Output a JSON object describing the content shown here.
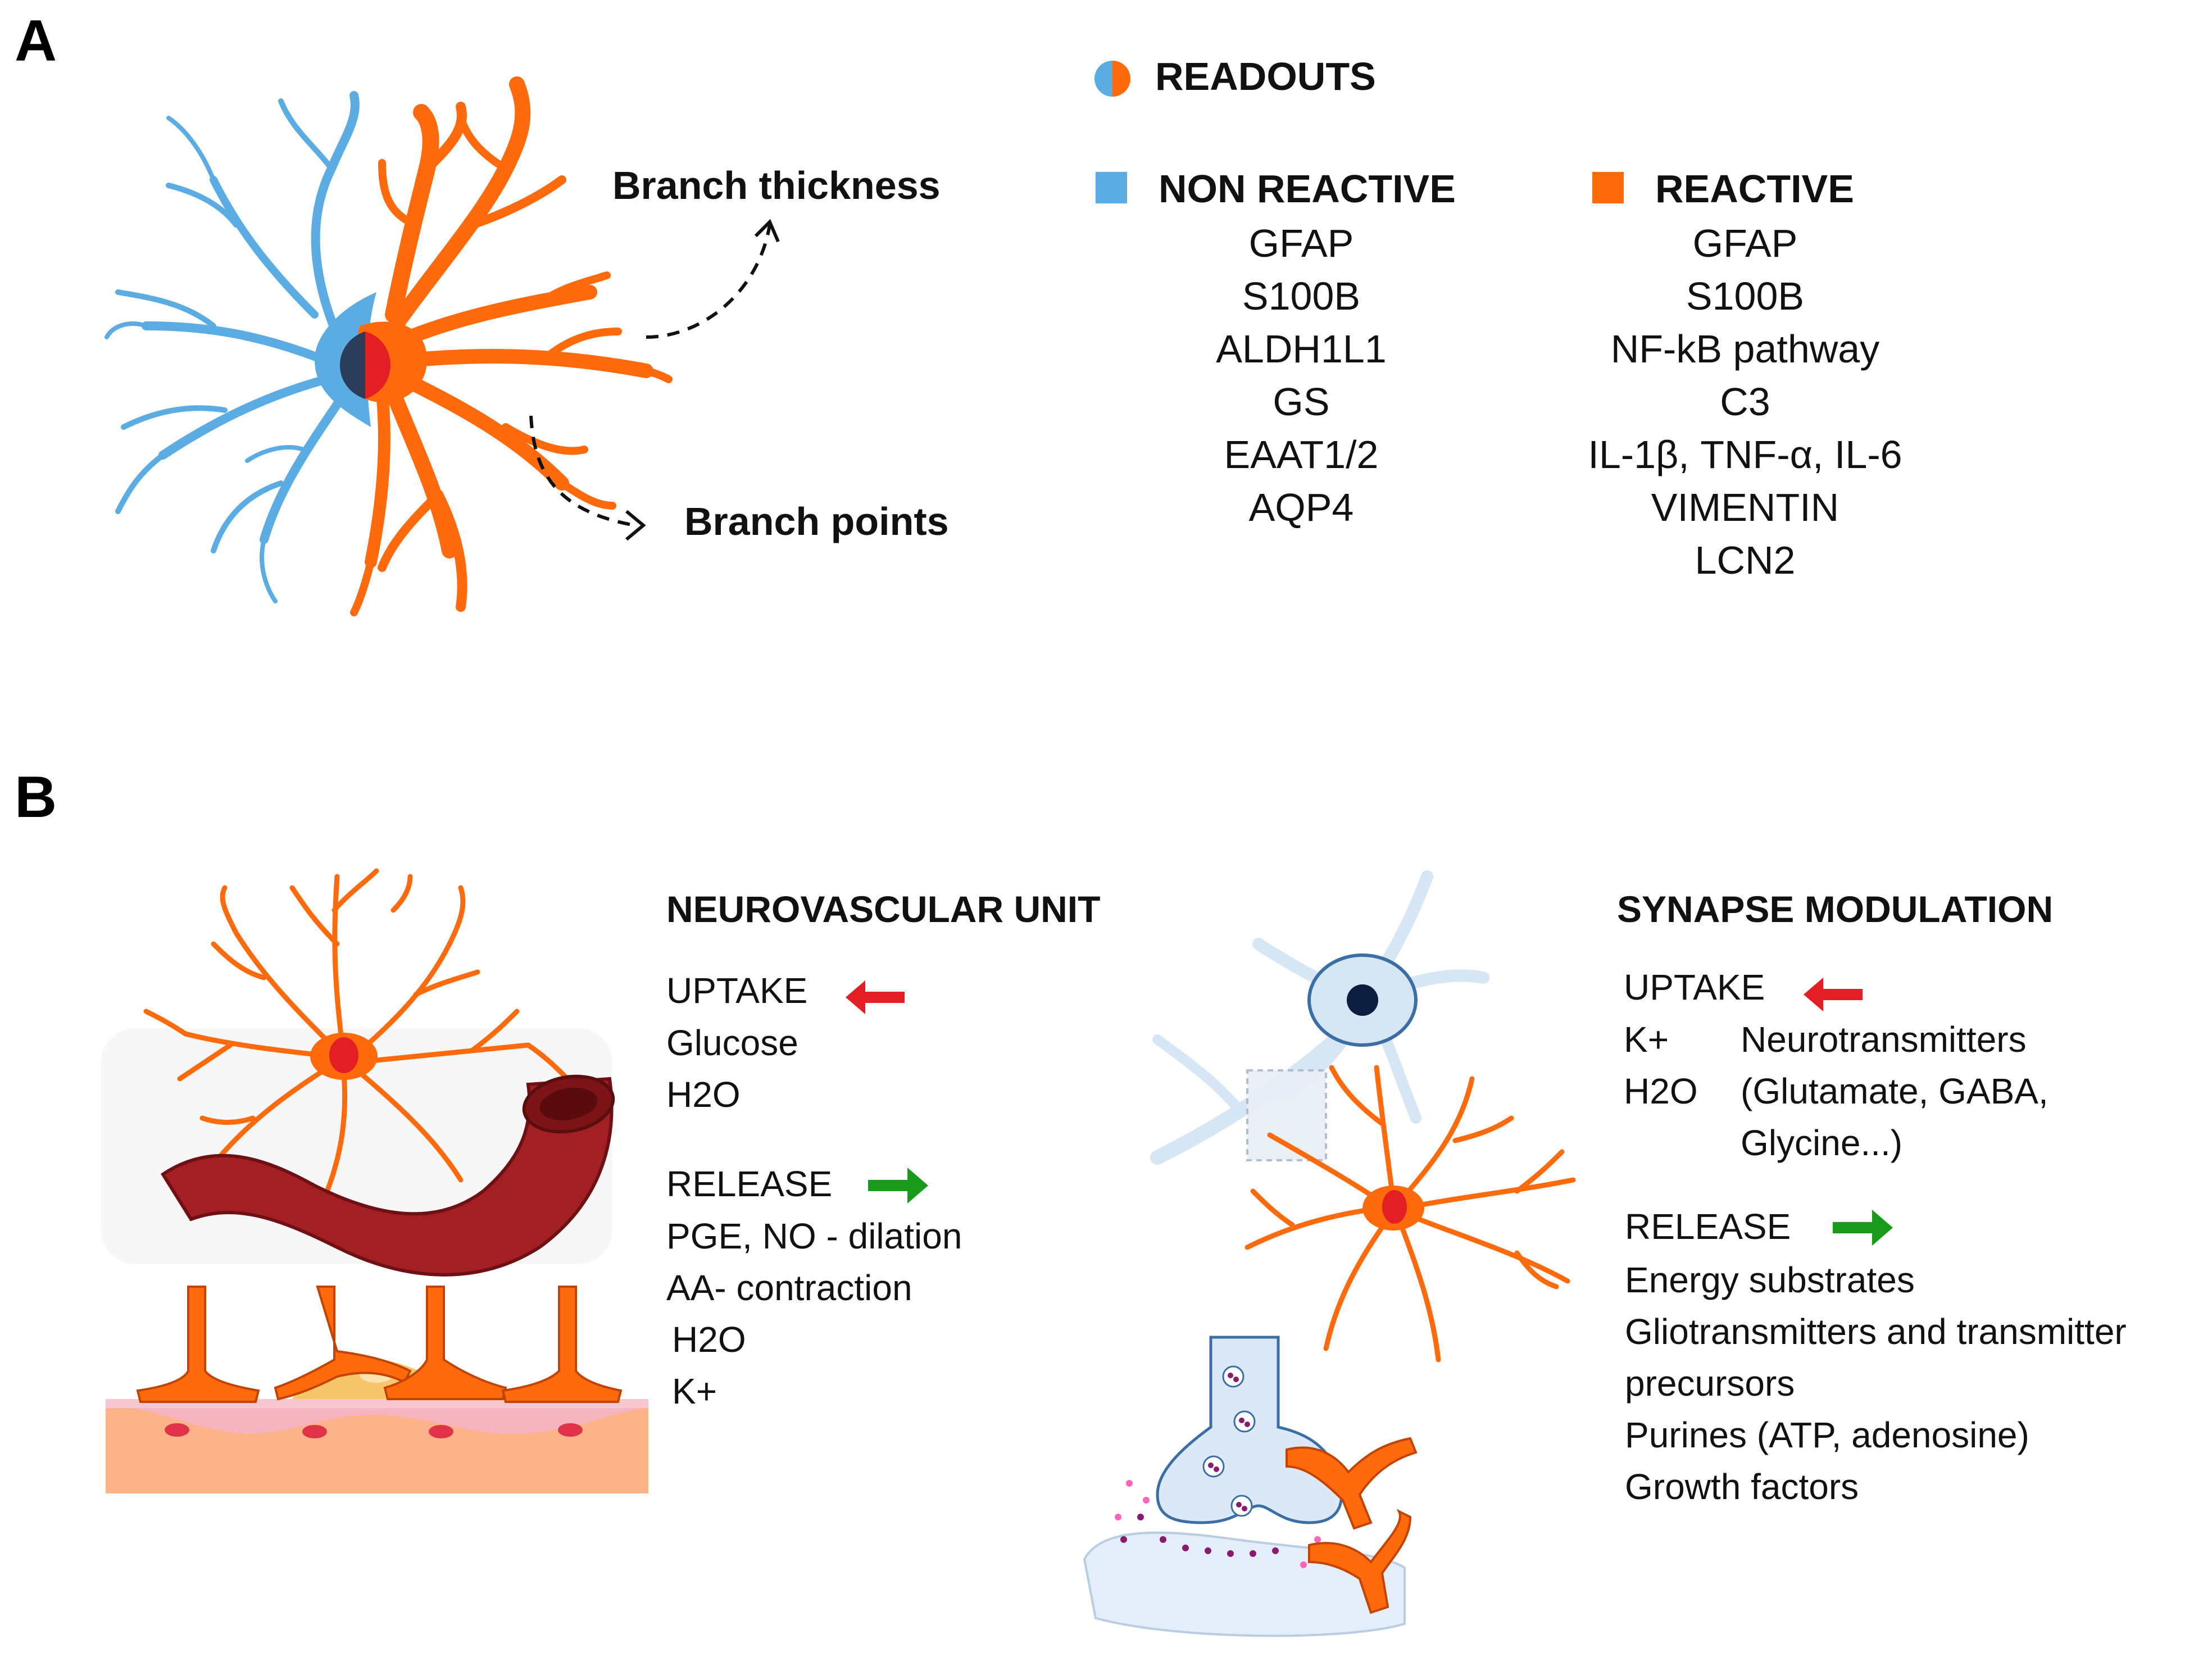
{
  "panel_a": {
    "letter": "A",
    "cell_labels": {
      "branch_thickness": "Branch thickness",
      "branch_points": "Branch points"
    },
    "readouts_title": "READOUTS",
    "non_reactive": {
      "title": "NON REACTIVE",
      "color": "#5aace3",
      "markers": [
        "GFAP",
        "S100B",
        "ALDH1L1",
        "GS",
        "EAAT1/2",
        "AQP4"
      ]
    },
    "reactive": {
      "title": "REACTIVE",
      "color": "#ff6a0d",
      "markers": [
        "GFAP",
        "S100B",
        "NF-kB pathway",
        "C3",
        "IL-1β, TNF-α, IL-6",
        "VIMENTIN",
        "LCN2"
      ]
    }
  },
  "panel_b": {
    "letter": "B",
    "neurovascular": {
      "title": "NEUROVASCULAR UNIT",
      "uptake_label": "UPTAKE",
      "uptake_items": [
        "Glucose",
        "H2O"
      ],
      "release_label": "RELEASE",
      "release_items": [
        "PGE, NO - dilation",
        "AA- contraction",
        "H2O",
        "K+"
      ]
    },
    "synapse": {
      "title": "SYNAPSE MODULATION",
      "uptake_label": "UPTAKE",
      "uptake_ions": [
        "K+",
        "H2O"
      ],
      "uptake_items": [
        "Neurotransmitters",
        "(Glutamate, GABA,",
        "Glycine...)"
      ],
      "release_label": "RELEASE",
      "release_items": [
        "Energy substrates",
        "Gliotransmitters and transmitter",
        "precursors",
        "Purines (ATP, adenosine)",
        "Growth factors"
      ]
    }
  },
  "colors": {
    "astro_orange": "#ff6a0d",
    "astro_blue": "#5aace3",
    "neuron_blue": "#d6e6f5",
    "vessel_red": "#9b1c1c",
    "uptake_arrow": "#e31e24",
    "release_arrow": "#1a9a1a"
  }
}
